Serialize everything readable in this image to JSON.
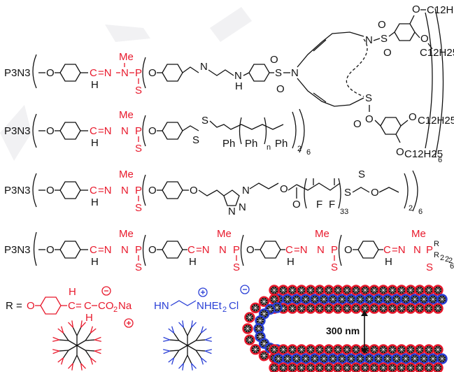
{
  "colors": {
    "accent_red": "#e8192c",
    "accent_blue": "#2a3fd6",
    "text": "#111111"
  },
  "structures": [
    {
      "core": "P3N3",
      "linker": [
        "O",
        "C",
        "=N",
        "N",
        "P",
        "Me",
        "H",
        "S"
      ],
      "arm": [
        "O",
        "N",
        "N",
        "H",
        "S",
        "O",
        "O",
        "N",
        "N",
        "S",
        "O",
        "O",
        "S",
        "O",
        "O",
        "O",
        "C12H25",
        "O",
        "C12H25",
        "O",
        "C12H25",
        "O",
        "C12H25"
      ],
      "repeat": "6"
    },
    {
      "core": "P3N3",
      "linker": [
        "O",
        "C",
        "=N",
        "N",
        "P",
        "Me",
        "H",
        "S"
      ],
      "arm": [
        "O",
        "S",
        "S",
        "Ph",
        "Ph",
        "n",
        "Ph",
        "2"
      ],
      "repeat": "6"
    },
    {
      "core": "P3N3",
      "linker": [
        "O",
        "C",
        "=N",
        "N",
        "P",
        "Me",
        "H",
        "S"
      ],
      "arm": [
        "O",
        "O",
        "N",
        "N",
        "N",
        "O",
        "O",
        "F",
        "F",
        "33",
        "S",
        "S",
        "O",
        "2"
      ],
      "repeat": "6"
    },
    {
      "core": "P3N3",
      "linker": [
        "O",
        "C",
        "=N",
        "N",
        "P",
        "Me",
        "H",
        "S"
      ],
      "generation_ends": [
        "R",
        "R",
        "2",
        "2",
        "2",
        "6"
      ]
    }
  ],
  "legend": {
    "r_label": "R =",
    "r_group": [
      "O",
      "C",
      "=",
      "C",
      "CO",
      "2",
      "Na",
      "H",
      "H"
    ],
    "amine_group": [
      "HN",
      "NHEt",
      "2",
      "Cl"
    ],
    "scale_label": "300 nm"
  }
}
